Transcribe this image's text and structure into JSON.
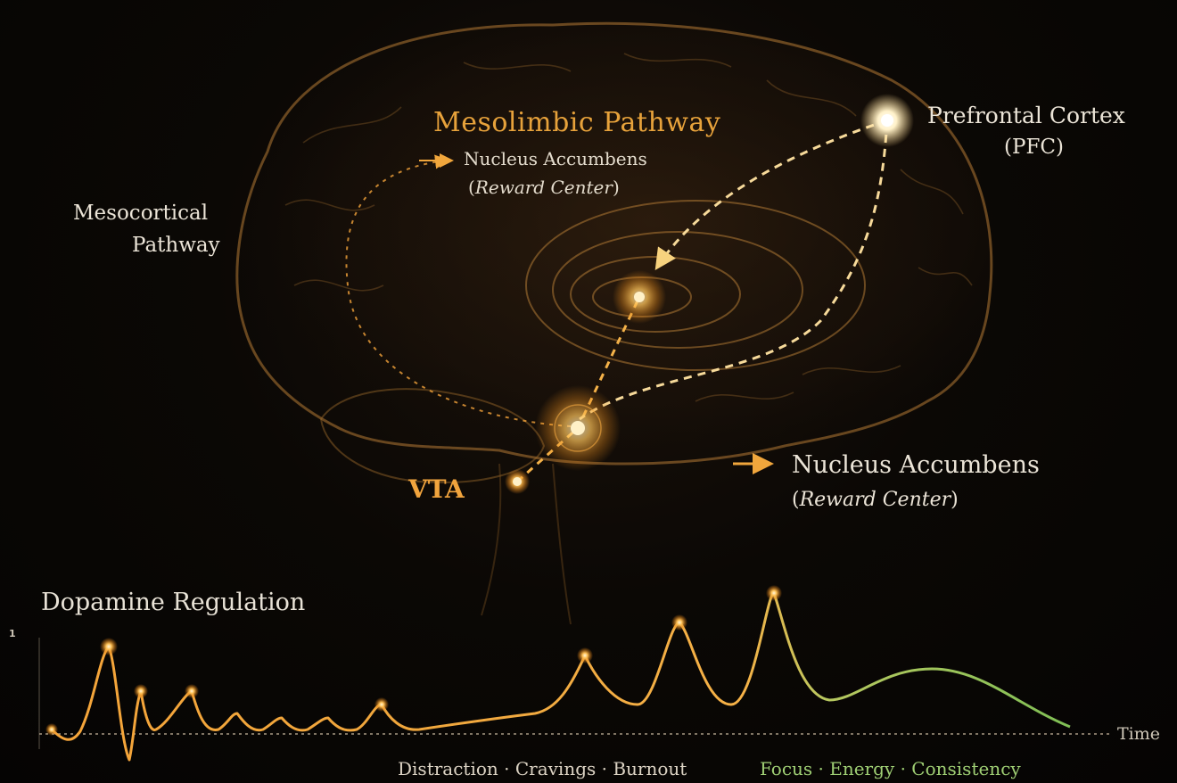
{
  "brain": {
    "mesolimbic_title": "Mesolimbic Pathway",
    "nac_top_label": "Nucleus Accumbens",
    "nac_top_sub": "Reward Center",
    "mesocortical_line1": "Mesocortical",
    "mesocortical_line2": "Pathway",
    "pfc_line1": "Prefrontal Cortex",
    "pfc_line2": "(PFC)",
    "vta_label": "VTA",
    "nac_bottom_label": "Nucleus Accumbens",
    "nac_bottom_sub": "Reward Center"
  },
  "dopamine": {
    "title": "Dopamine Regulation",
    "y_tick": "1",
    "x_axis_label": "Time",
    "states_unstable": "Distraction · Cravings · Burnout",
    "states_stable": "Focus · Energy · Consistency"
  },
  "colors": {
    "gold": "#e7a23b",
    "glow": "#ffcf7a",
    "green": "#9fcf74",
    "background": "#070504"
  }
}
